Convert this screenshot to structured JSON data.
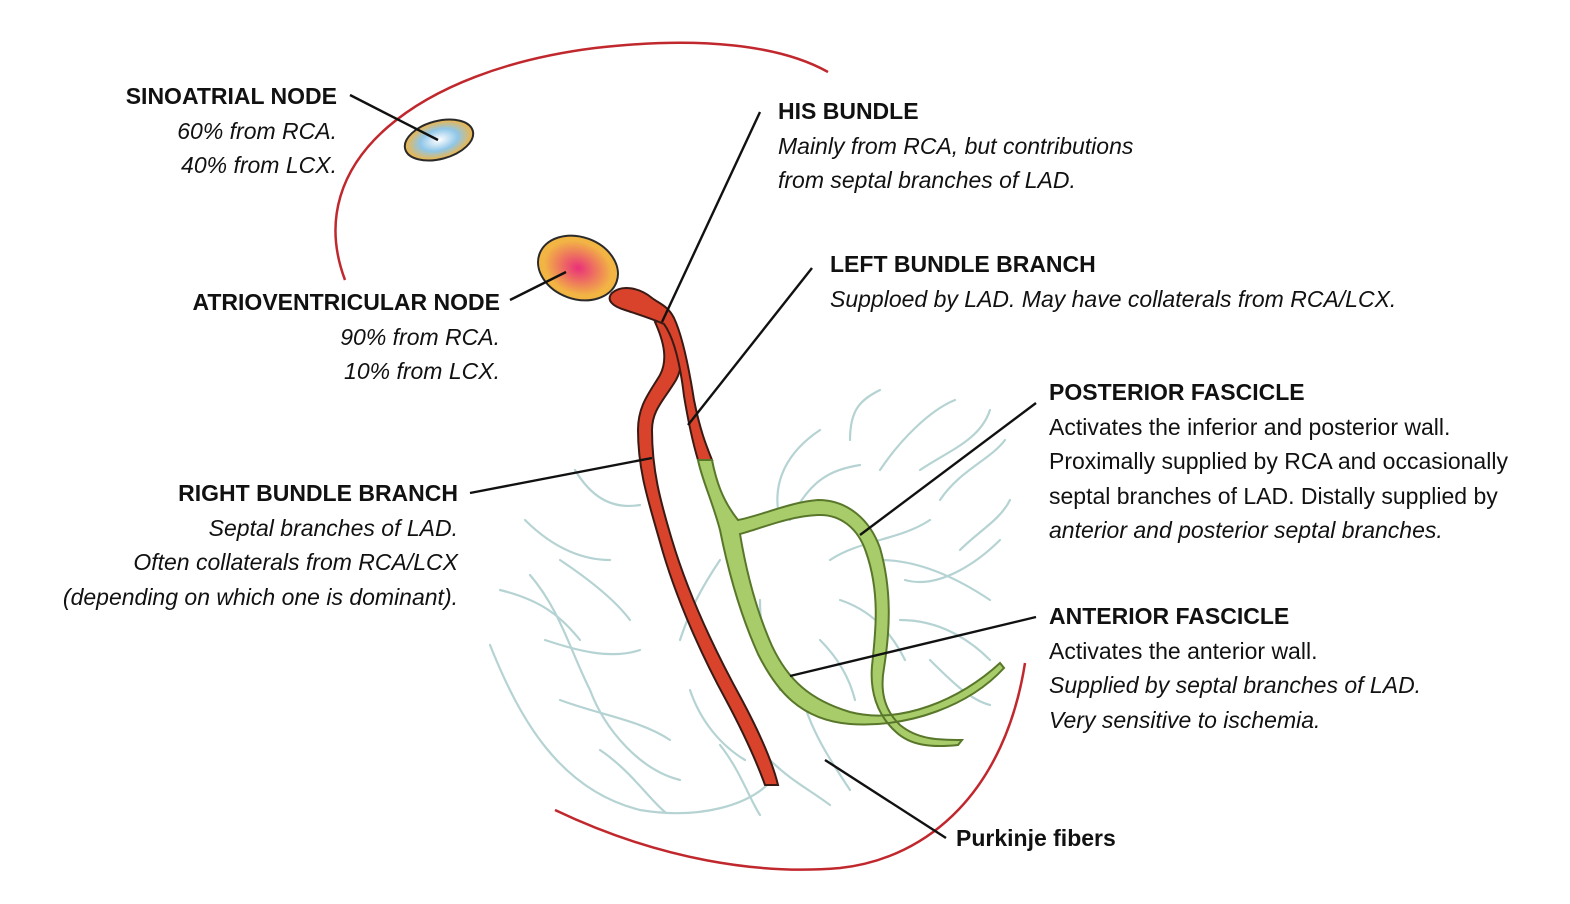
{
  "colors": {
    "outline": "#c0282d",
    "his_red": "#d9432b",
    "left_green": "#a9cc6a",
    "green_stroke": "#58772a",
    "purkinje": "#b6d3d3",
    "sa_fill": "#8fc6e8",
    "av_fill": "#e9307a",
    "node_ring": "#f2b544",
    "leader": "#111111"
  },
  "labels": {
    "sa": {
      "title": "SINOATRIAL NODE",
      "lines": [
        "60% from RCA.",
        "40% from LCX."
      ]
    },
    "av": {
      "title": "ATRIOVENTRICULAR NODE",
      "lines": [
        "90% from RCA.",
        "10% from LCX."
      ]
    },
    "his": {
      "title": "HIS BUNDLE",
      "lines": [
        "Mainly from RCA, but contributions",
        "from septal branches of LAD."
      ]
    },
    "lbb": {
      "title": "LEFT BUNDLE BRANCH",
      "lines": [
        "Supploed by LAD. May have collaterals from RCA/LCX."
      ]
    },
    "rbb": {
      "title": "RIGHT BUNDLE BRANCH",
      "lines": [
        "Septal branches of LAD.",
        "Often collaterals from RCA/LCX",
        "(depending on which one is dominant)."
      ]
    },
    "pf": {
      "title": "POSTERIOR FASCICLE",
      "lines": [
        "Activates the inferior and posterior wall.",
        "Proximally supplied by RCA and occasionally",
        "septal branches of LAD. Distally supplied by",
        "anterior and posterior septal branches."
      ]
    },
    "af": {
      "title": "ANTERIOR FASCICLE",
      "lines": [
        "Activates the anterior wall.",
        "Supplied by septal branches of LAD.",
        "Very sensitive to ischemia."
      ]
    },
    "purkinje": {
      "title": "Purkinje fibers"
    }
  }
}
